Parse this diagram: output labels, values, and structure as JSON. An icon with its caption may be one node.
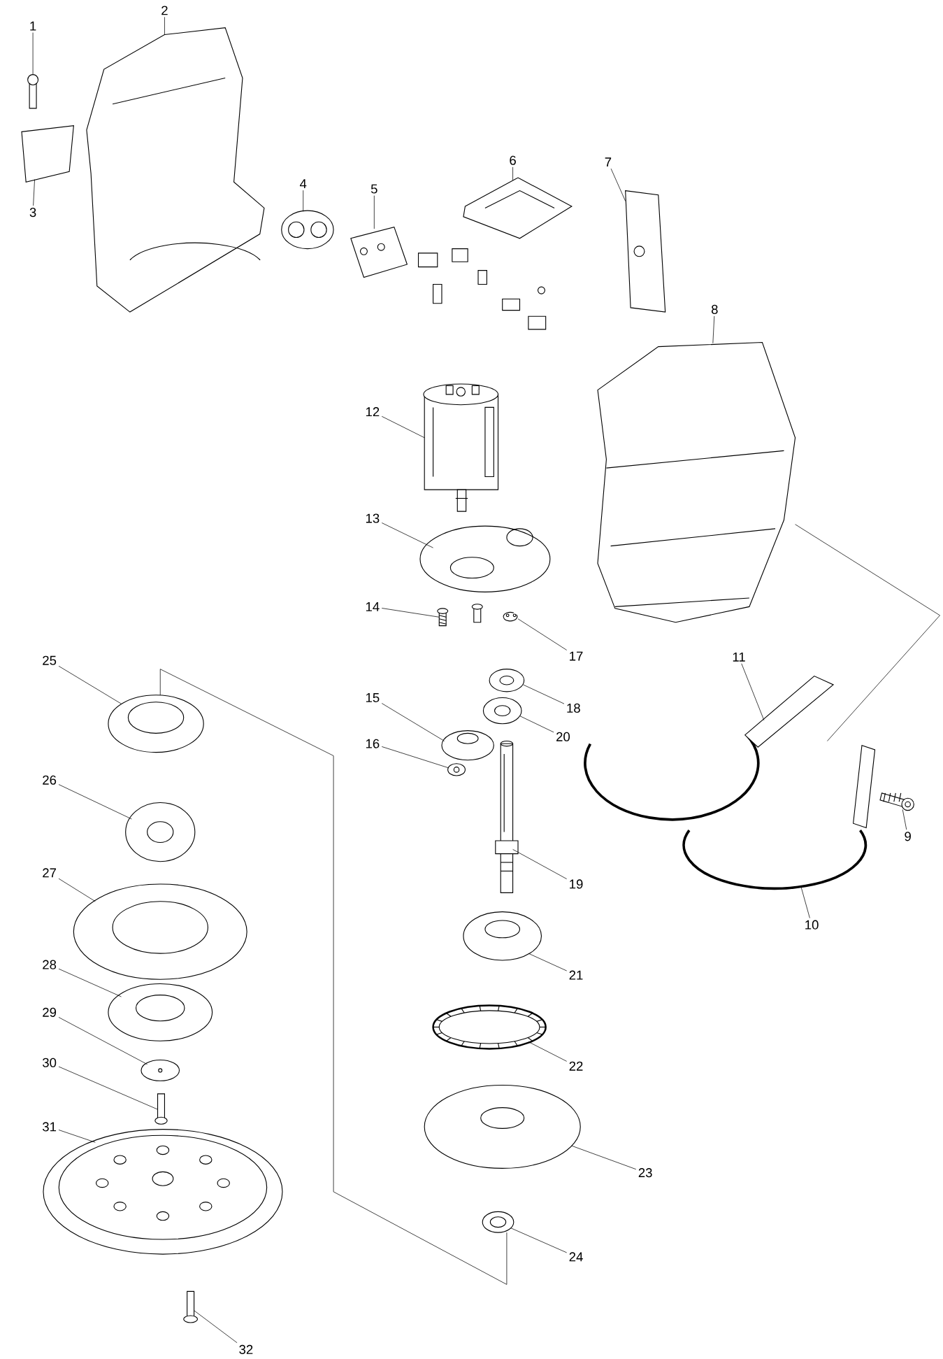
{
  "diagram": {
    "nodes": [
      {
        "text": [
          "1"
        ]
      },
      {
        "text": [
          "2"
        ]
      },
      {
        "text": [
          "3"
        ]
      },
      {
        "text": [
          "4"
        ]
      },
      {
        "text": [
          "5"
        ]
      },
      {
        "text": [
          "6"
        ]
      },
      {
        "text": [
          "7"
        ]
      },
      {
        "text": [
          "8"
        ]
      },
      {
        "text": [
          "9"
        ]
      },
      {
        "text": [
          "10"
        ]
      },
      {
        "text": [
          "11"
        ]
      },
      {
        "text": [
          "12"
        ]
      },
      {
        "text": [
          "13"
        ]
      },
      {
        "text": [
          "14"
        ]
      },
      {
        "text": [
          "15"
        ]
      },
      {
        "text": [
          "16"
        ]
      },
      {
        "text": [
          "17"
        ]
      },
      {
        "text": [
          "18"
        ]
      },
      {
        "text": [
          "19"
        ]
      },
      {
        "text": [
          "20"
        ]
      },
      {
        "text": [
          "21"
        ]
      },
      {
        "text": [
          "22"
        ]
      },
      {
        "text": [
          "23"
        ]
      },
      {
        "text": [
          "24"
        ]
      },
      {
        "text": [
          "25"
        ]
      },
      {
        "text": [
          "26"
        ]
      },
      {
        "text": [
          "27"
        ]
      },
      {
        "text": [
          "28"
        ]
      },
      {
        "text": [
          "29"
        ]
      },
      {
        "text": [
          "30"
        ]
      },
      {
        "text": [
          "31"
        ]
      },
      {
        "text": [
          "32"
        ]
      },
      {
        "text": [],
        "shape": "picture"
      },
      {
        "text": [],
        "shape": "picture"
      },
      {
        "text": [],
        "shape": "picture"
      },
      {
        "text": [],
        "shape": "picture"
      },
      {
        "text": [],
        "shape": "picture"
      },
      {
        "text": [],
        "shape": "picture"
      },
      {
        "text": [],
        "shape": "picture"
      },
      {
        "text": [],
        "shape": "picture"
      },
      {
        "text": [],
        "shape": "picture"
      },
      {
        "text": [],
        "shape": "picture"
      },
      {
        "text": [],
        "shape": "picture"
      },
      {
        "text": [],
        "shape": "picture"
      },
      {
        "text": [],
        "shape": "picture"
      },
      {
        "text": [],
        "shape": "picture"
      },
      {
        "text": [],
        "shape": "picture"
      },
      {
        "text": [],
        "shape": "picture"
      },
      {
        "text": [],
        "shape": "picture"
      },
      {
        "text": [],
        "shape": "picture"
      },
      {
        "text": [],
        "shape": "picture"
      },
      {
        "text": [],
        "shape": "picture"
      },
      {
        "text": [],
        "shape": "picture"
      },
      {
        "text": [],
        "shape": "picture"
      },
      {
        "text": [],
        "shape": "picture"
      },
      {
        "text": [],
        "shape": "picture"
      },
      {
        "text": [],
        "shape": "picture"
      },
      {
        "text": [],
        "shape": "picture"
      },
      {
        "text": [],
        "shape": "picture"
      },
      {
        "text": [],
        "shape": "picture"
      },
      {
        "text": [],
        "shape": "picture"
      },
      {
        "text": [],
        "shape": "picture"
      },
      {
        "text": [],
        "shape": "picture"
      },
      {
        "text": [],
        "shape": "picture"
      }
    ],
    "edges": [
      {
        "from": 0,
        "to": 32,
        "arrow": "none"
      },
      {
        "from": 1,
        "to": 33,
        "arrow": "none"
      },
      {
        "from": 2,
        "to": 34,
        "arrow": "none"
      },
      {
        "from": 3,
        "to": 35,
        "arrow": "none"
      },
      {
        "from": 4,
        "to": 36,
        "arrow": "none"
      },
      {
        "from": 5,
        "to": 37,
        "arrow": "none"
      },
      {
        "from": 6,
        "to": 38,
        "arrow": "none"
      },
      {
        "from": 7,
        "to": 39,
        "arrow": "none"
      },
      {
        "from": 8,
        "to": 40,
        "arrow": "none"
      },
      {
        "from": 9,
        "to": 41,
        "arrow": "none"
      },
      {
        "from": 10,
        "to": 42,
        "arrow": "none"
      },
      {
        "from": 11,
        "to": 43,
        "arrow": "none"
      },
      {
        "from": 12,
        "to": 44,
        "arrow": "none"
      },
      {
        "from": 13,
        "to": 45,
        "arrow": "none"
      },
      {
        "from": 14,
        "to": 46,
        "arrow": "none"
      },
      {
        "from": 15,
        "to": 47,
        "arrow": "none"
      },
      {
        "from": 16,
        "to": 48,
        "arrow": "none"
      },
      {
        "from": 17,
        "to": 49,
        "arrow": "none"
      },
      {
        "from": 18,
        "to": 50,
        "arrow": "none"
      },
      {
        "from": 19,
        "to": 51,
        "arrow": "none"
      },
      {
        "from": 20,
        "to": 52,
        "arrow": "none"
      },
      {
        "from": 21,
        "to": 53,
        "arrow": "none"
      },
      {
        "from": 22,
        "to": 54,
        "arrow": "none"
      },
      {
        "from": 23,
        "to": 55,
        "arrow": "none"
      },
      {
        "from": 24,
        "to": 56,
        "arrow": "none"
      },
      {
        "from": 25,
        "to": 57,
        "arrow": "none"
      },
      {
        "from": 26,
        "to": 58,
        "arrow": "none"
      },
      {
        "from": 27,
        "to": 59,
        "arrow": "none"
      },
      {
        "from": 28,
        "to": 60,
        "arrow": "none"
      },
      {
        "from": 29,
        "to": 61,
        "arrow": "none"
      },
      {
        "from": 30,
        "to": 62,
        "arrow": "none"
      },
      {
        "from": 31,
        "to": 63,
        "arrow": "none"
      },
      {
        "from": 39,
        "to": 41,
        "arrow": "none"
      },
      {
        "from": 56,
        "to": 55,
        "arrow": "none"
      }
    ]
  }
}
